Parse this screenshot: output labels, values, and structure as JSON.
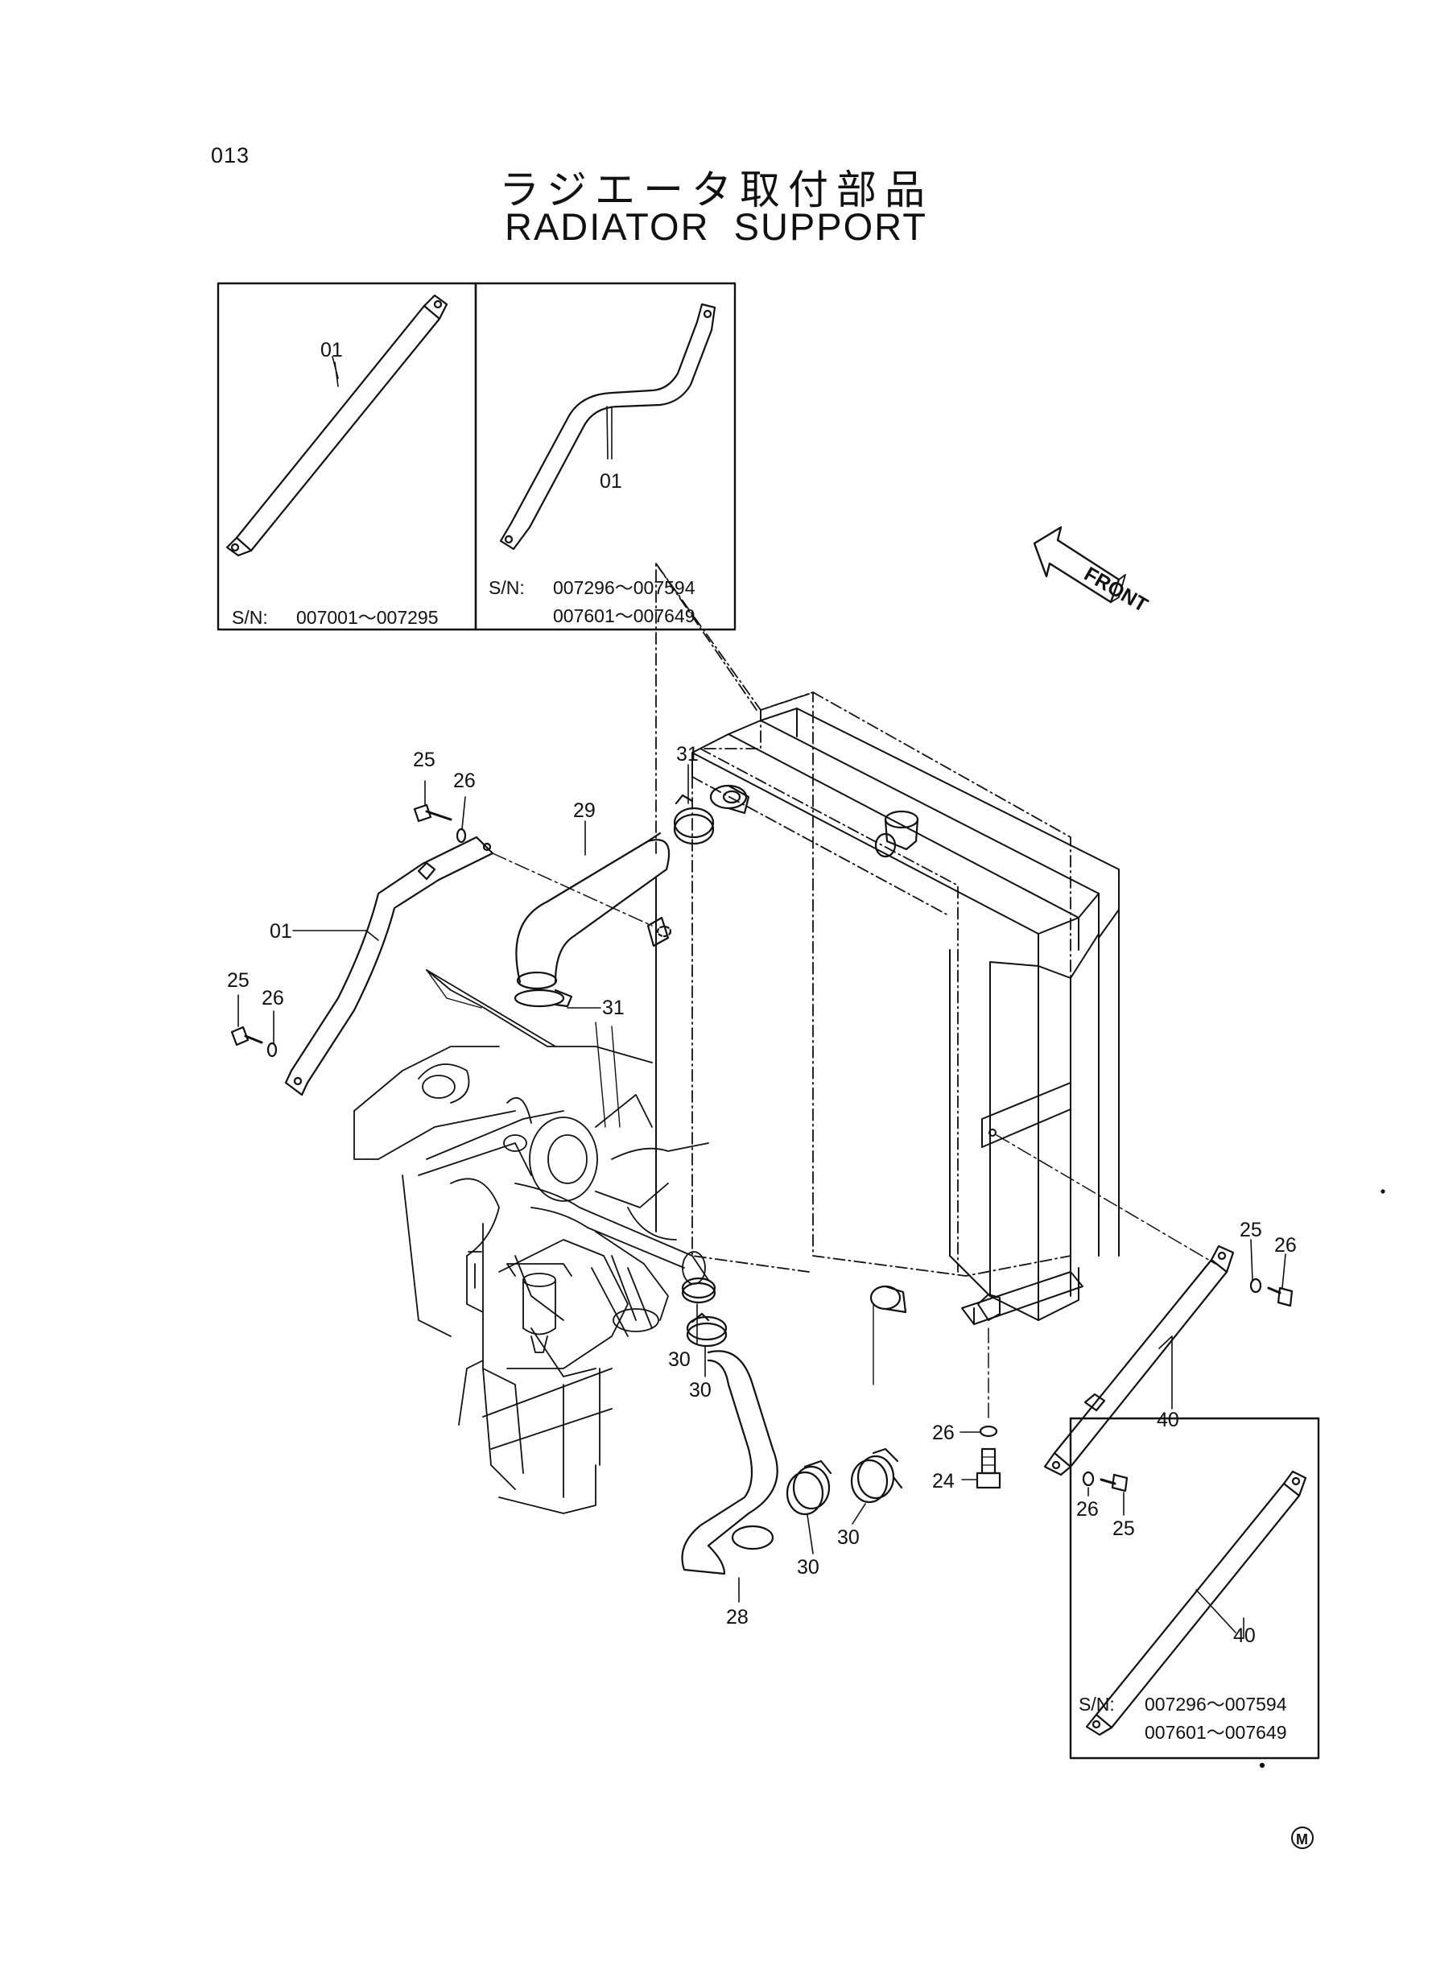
{
  "page": {
    "number": "013"
  },
  "title": {
    "japanese": "ラジエータ取付部品",
    "english": "RADIATOR  SUPPORT"
  },
  "front_arrow": {
    "label": "FRONT"
  },
  "inset_left": {
    "part": "01",
    "serial_prefix": "S/N:",
    "serial_range_1": "007001～007295"
  },
  "inset_middle": {
    "part": "01",
    "serial_prefix": "S/N:",
    "serial_range_1": "007296～007594",
    "serial_range_2": "007601～007649"
  },
  "inset_bottom_right": {
    "part": "40",
    "serial_prefix": "S/N:",
    "serial_range_1": "007296～007594",
    "serial_range_2": "007601～007649"
  },
  "callouts": {
    "c01": "01",
    "c24": "24",
    "c25": "25",
    "c26": "26",
    "c28": "28",
    "c29": "29",
    "c30": "30",
    "c31": "31",
    "c40": "40"
  },
  "mark": "M"
}
